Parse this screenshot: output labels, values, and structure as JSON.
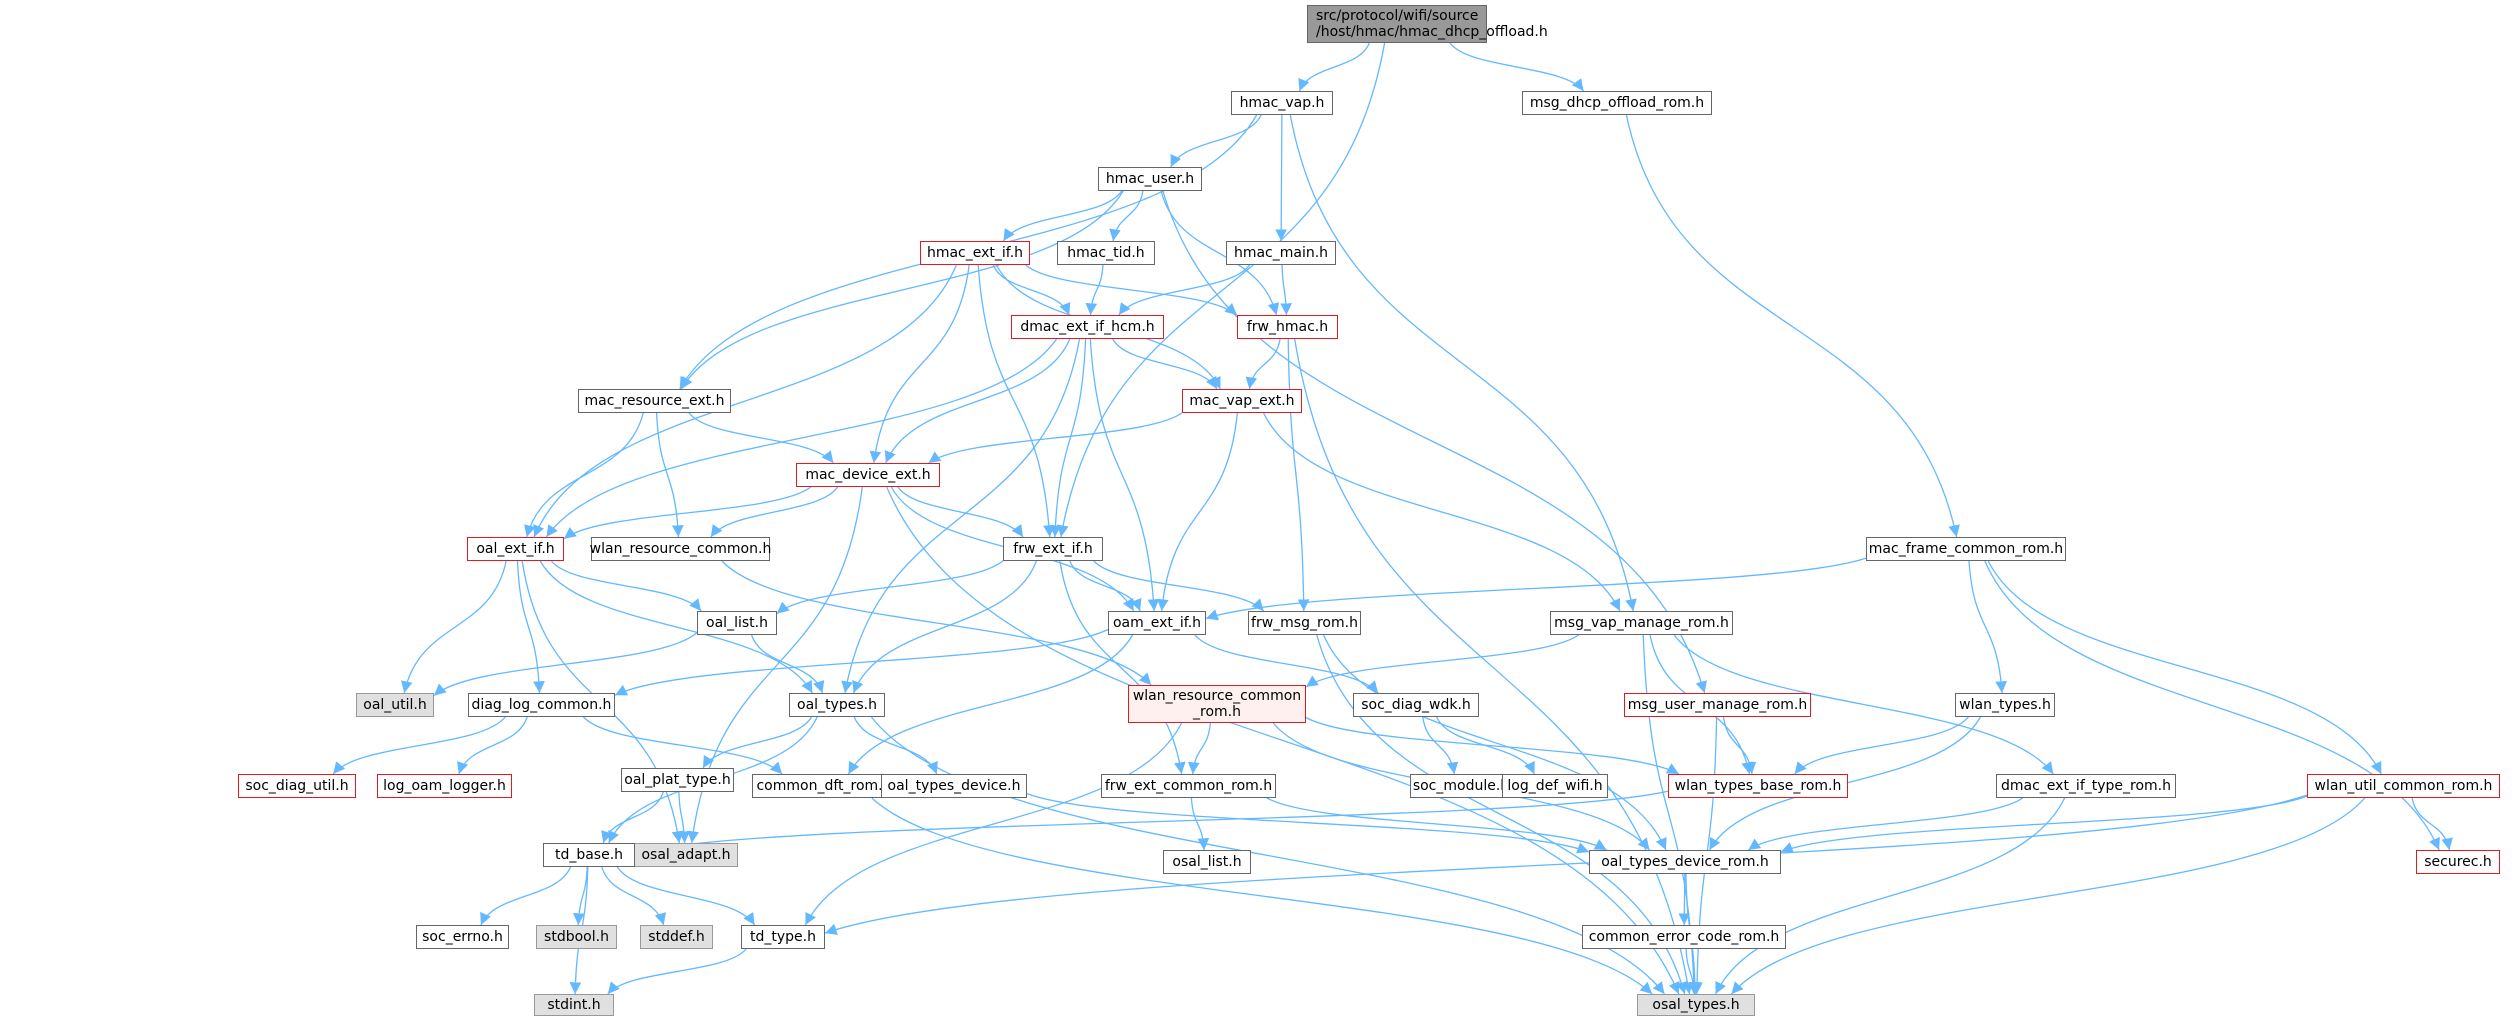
{
  "diagram": {
    "edge_color": "#63b8ff",
    "truncated_border_color": "#e31a1c",
    "root_fill": "#999999",
    "system_fill": "#e0e0e0",
    "nodes": [
      {
        "id": "root",
        "lines": [
          "src/protocol/wifi/source",
          "/host/hmac/hmac_dhcp_offload.h"
        ],
        "kind": "root"
      },
      {
        "id": "hmac_vap",
        "lines": [
          "hmac_vap.h"
        ],
        "kind": "normal"
      },
      {
        "id": "msg_dhcp_offload_rom",
        "lines": [
          "msg_dhcp_offload_rom.h"
        ],
        "kind": "normal"
      },
      {
        "id": "hmac_user",
        "lines": [
          "hmac_user.h"
        ],
        "kind": "normal"
      },
      {
        "id": "hmac_ext_if",
        "lines": [
          "hmac_ext_if.h"
        ],
        "kind": "truncated"
      },
      {
        "id": "hmac_tid",
        "lines": [
          "hmac_tid.h"
        ],
        "kind": "normal"
      },
      {
        "id": "hmac_main",
        "lines": [
          "hmac_main.h"
        ],
        "kind": "normal"
      },
      {
        "id": "dmac_ext_if_hcm",
        "lines": [
          "dmac_ext_if_hcm.h"
        ],
        "kind": "truncated"
      },
      {
        "id": "frw_hmac",
        "lines": [
          "frw_hmac.h"
        ],
        "kind": "truncated"
      },
      {
        "id": "mac_resource_ext",
        "lines": [
          "mac_resource_ext.h"
        ],
        "kind": "normal"
      },
      {
        "id": "mac_vap_ext",
        "lines": [
          "mac_vap_ext.h"
        ],
        "kind": "truncated"
      },
      {
        "id": "mac_device_ext",
        "lines": [
          "mac_device_ext.h"
        ],
        "kind": "truncated"
      },
      {
        "id": "oal_ext_if",
        "lines": [
          "oal_ext_if.h"
        ],
        "kind": "truncated"
      },
      {
        "id": "wlan_resource_common",
        "lines": [
          "wlan_resource_common.h"
        ],
        "kind": "normal"
      },
      {
        "id": "frw_ext_if",
        "lines": [
          "frw_ext_if.h"
        ],
        "kind": "normal"
      },
      {
        "id": "mac_frame_common_rom",
        "lines": [
          "mac_frame_common_rom.h"
        ],
        "kind": "normal"
      },
      {
        "id": "oal_list",
        "lines": [
          "oal_list.h"
        ],
        "kind": "normal"
      },
      {
        "id": "oam_ext_if",
        "lines": [
          "oam_ext_if.h"
        ],
        "kind": "normal"
      },
      {
        "id": "frw_msg_rom",
        "lines": [
          "frw_msg_rom.h"
        ],
        "kind": "normal"
      },
      {
        "id": "msg_vap_manage_rom",
        "lines": [
          "msg_vap_manage_rom.h"
        ],
        "kind": "normal"
      },
      {
        "id": "oal_util",
        "lines": [
          "oal_util.h"
        ],
        "kind": "system"
      },
      {
        "id": "diag_log_common",
        "lines": [
          "diag_log_common.h"
        ],
        "kind": "normal"
      },
      {
        "id": "oal_types",
        "lines": [
          "oal_types.h"
        ],
        "kind": "normal"
      },
      {
        "id": "wlan_resource_common_rom",
        "lines": [
          "wlan_resource_common",
          "_rom.h"
        ],
        "kind": "pink"
      },
      {
        "id": "soc_diag_wdk",
        "lines": [
          "soc_diag_wdk.h"
        ],
        "kind": "normal"
      },
      {
        "id": "msg_user_manage_rom",
        "lines": [
          "msg_user_manage_rom.h"
        ],
        "kind": "truncated"
      },
      {
        "id": "wlan_types",
        "lines": [
          "wlan_types.h"
        ],
        "kind": "normal"
      },
      {
        "id": "soc_diag_util",
        "lines": [
          "soc_diag_util.h"
        ],
        "kind": "truncated"
      },
      {
        "id": "log_oam_logger",
        "lines": [
          "log_oam_logger.h"
        ],
        "kind": "truncated"
      },
      {
        "id": "oal_plat_type",
        "lines": [
          "oal_plat_type.h"
        ],
        "kind": "normal"
      },
      {
        "id": "common_dft_rom",
        "lines": [
          "common_dft_rom.h"
        ],
        "kind": "normal"
      },
      {
        "id": "oal_types_device",
        "lines": [
          "oal_types_device.h"
        ],
        "kind": "normal"
      },
      {
        "id": "frw_ext_common_rom",
        "lines": [
          "frw_ext_common_rom.h"
        ],
        "kind": "normal"
      },
      {
        "id": "soc_module",
        "lines": [
          "soc_module.h"
        ],
        "kind": "normal"
      },
      {
        "id": "log_def_wifi",
        "lines": [
          "log_def_wifi.h"
        ],
        "kind": "normal"
      },
      {
        "id": "wlan_types_base_rom",
        "lines": [
          "wlan_types_base_rom.h"
        ],
        "kind": "truncated"
      },
      {
        "id": "dmac_ext_if_type_rom",
        "lines": [
          "dmac_ext_if_type_rom.h"
        ],
        "kind": "normal"
      },
      {
        "id": "wlan_util_common_rom",
        "lines": [
          "wlan_util_common_rom.h"
        ],
        "kind": "truncated"
      },
      {
        "id": "osal_adapt",
        "lines": [
          "osal_adapt.h"
        ],
        "kind": "system"
      },
      {
        "id": "td_base",
        "lines": [
          "td_base.h"
        ],
        "kind": "normal"
      },
      {
        "id": "osal_list",
        "lines": [
          "osal_list.h"
        ],
        "kind": "normal"
      },
      {
        "id": "oal_types_device_rom",
        "lines": [
          "oal_types_device_rom.h"
        ],
        "kind": "normal"
      },
      {
        "id": "securec",
        "lines": [
          "securec.h"
        ],
        "kind": "truncated"
      },
      {
        "id": "soc_errno",
        "lines": [
          "soc_errno.h"
        ],
        "kind": "normal"
      },
      {
        "id": "stdbool",
        "lines": [
          "stdbool.h"
        ],
        "kind": "system"
      },
      {
        "id": "stddef",
        "lines": [
          "stddef.h"
        ],
        "kind": "system"
      },
      {
        "id": "td_type",
        "lines": [
          "td_type.h"
        ],
        "kind": "normal"
      },
      {
        "id": "common_error_code_rom",
        "lines": [
          "common_error_code_rom.h"
        ],
        "kind": "normal"
      },
      {
        "id": "stdint",
        "lines": [
          "stdint.h"
        ],
        "kind": "system"
      },
      {
        "id": "osal_types",
        "lines": [
          "osal_types.h"
        ],
        "kind": "system"
      }
    ],
    "edges": [
      [
        "root",
        "hmac_vap"
      ],
      [
        "root",
        "msg_dhcp_offload_rom"
      ],
      [
        "root",
        "frw_ext_if"
      ],
      [
        "hmac_vap",
        "hmac_user"
      ],
      [
        "hmac_vap",
        "hmac_main"
      ],
      [
        "hmac_vap",
        "mac_resource_ext"
      ],
      [
        "hmac_vap",
        "msg_vap_manage_rom"
      ],
      [
        "hmac_user",
        "hmac_ext_if"
      ],
      [
        "hmac_user",
        "hmac_tid"
      ],
      [
        "hmac_user",
        "frw_hmac"
      ],
      [
        "hmac_user",
        "mac_resource_ext"
      ],
      [
        "hmac_user",
        "msg_user_manage_rom"
      ],
      [
        "hmac_ext_if",
        "dmac_ext_if_hcm"
      ],
      [
        "hmac_ext_if",
        "frw_hmac"
      ],
      [
        "hmac_ext_if",
        "mac_vap_ext"
      ],
      [
        "hmac_ext_if",
        "mac_device_ext"
      ],
      [
        "hmac_ext_if",
        "oal_ext_if"
      ],
      [
        "hmac_ext_if",
        "frw_ext_if"
      ],
      [
        "hmac_tid",
        "dmac_ext_if_hcm"
      ],
      [
        "hmac_main",
        "dmac_ext_if_hcm"
      ],
      [
        "hmac_main",
        "frw_hmac"
      ],
      [
        "dmac_ext_if_hcm",
        "mac_vap_ext"
      ],
      [
        "dmac_ext_if_hcm",
        "mac_device_ext"
      ],
      [
        "dmac_ext_if_hcm",
        "oal_ext_if"
      ],
      [
        "dmac_ext_if_hcm",
        "frw_ext_if"
      ],
      [
        "dmac_ext_if_hcm",
        "oam_ext_if"
      ],
      [
        "dmac_ext_if_hcm",
        "oal_types"
      ],
      [
        "frw_hmac",
        "mac_vap_ext"
      ],
      [
        "frw_hmac",
        "frw_msg_rom"
      ],
      [
        "frw_hmac",
        "osal_types"
      ],
      [
        "mac_resource_ext",
        "mac_device_ext"
      ],
      [
        "mac_resource_ext",
        "oal_ext_if"
      ],
      [
        "mac_resource_ext",
        "wlan_resource_common"
      ],
      [
        "mac_vap_ext",
        "mac_device_ext"
      ],
      [
        "mac_vap_ext",
        "oam_ext_if"
      ],
      [
        "mac_vap_ext",
        "msg_vap_manage_rom"
      ],
      [
        "mac_device_ext",
        "oal_ext_if"
      ],
      [
        "mac_device_ext",
        "wlan_resource_common"
      ],
      [
        "mac_device_ext",
        "frw_ext_if"
      ],
      [
        "mac_device_ext",
        "oam_ext_if"
      ],
      [
        "mac_device_ext",
        "osal_adapt"
      ],
      [
        "mac_device_ext",
        "osal_types"
      ],
      [
        "msg_dhcp_offload_rom",
        "mac_frame_common_rom"
      ],
      [
        "oal_ext_if",
        "oal_util"
      ],
      [
        "oal_ext_if",
        "oal_list"
      ],
      [
        "oal_ext_if",
        "diag_log_common"
      ],
      [
        "oal_ext_if",
        "oal_types"
      ],
      [
        "wlan_resource_common",
        "wlan_resource_common_rom"
      ],
      [
        "frw_ext_if",
        "oal_list"
      ],
      [
        "frw_ext_if",
        "oam_ext_if"
      ],
      [
        "frw_ext_if",
        "frw_msg_rom"
      ],
      [
        "frw_ext_if",
        "oal_types"
      ],
      [
        "frw_ext_if",
        "frw_ext_common_rom"
      ],
      [
        "mac_frame_common_rom",
        "oam_ext_if"
      ],
      [
        "mac_frame_common_rom",
        "wlan_types"
      ],
      [
        "mac_frame_common_rom",
        "wlan_util_common_rom"
      ],
      [
        "mac_frame_common_rom",
        "securec"
      ],
      [
        "oal_list",
        "oal_util"
      ],
      [
        "oal_list",
        "oal_types"
      ],
      [
        "oam_ext_if",
        "diag_log_common"
      ],
      [
        "oam_ext_if",
        "soc_diag_wdk"
      ],
      [
        "oam_ext_if",
        "common_dft_rom"
      ],
      [
        "frw_msg_rom",
        "oal_types_device_rom"
      ],
      [
        "frw_msg_rom",
        "osal_types"
      ],
      [
        "msg_vap_manage_rom",
        "wlan_resource_common_rom"
      ],
      [
        "msg_vap_manage_rom",
        "wlan_types_base_rom"
      ],
      [
        "msg_vap_manage_rom",
        "dmac_ext_if_type_rom"
      ],
      [
        "msg_vap_manage_rom",
        "osal_types"
      ],
      [
        "diag_log_common",
        "soc_diag_util"
      ],
      [
        "diag_log_common",
        "log_oam_logger"
      ],
      [
        "diag_log_common",
        "common_dft_rom"
      ],
      [
        "oal_types",
        "oal_plat_type"
      ],
      [
        "oal_types",
        "td_base"
      ],
      [
        "oal_types",
        "oal_types_device"
      ],
      [
        "oal_types",
        "osal_types"
      ],
      [
        "wlan_resource_common_rom",
        "frw_ext_common_rom"
      ],
      [
        "wlan_resource_common_rom",
        "wlan_types_base_rom"
      ],
      [
        "wlan_resource_common_rom",
        "oal_types_device_rom"
      ],
      [
        "wlan_resource_common_rom",
        "td_type"
      ],
      [
        "soc_diag_wdk",
        "soc_module"
      ],
      [
        "soc_diag_wdk",
        "log_def_wifi"
      ],
      [
        "msg_user_manage_rom",
        "wlan_types_base_rom"
      ],
      [
        "msg_user_manage_rom",
        "osal_types"
      ],
      [
        "wlan_types",
        "wlan_types_base_rom"
      ],
      [
        "wlan_types",
        "oal_types_device_rom"
      ],
      [
        "oal_plat_type",
        "osal_adapt"
      ],
      [
        "oal_plat_type",
        "td_base"
      ],
      [
        "common_dft_rom",
        "osal_types"
      ],
      [
        "oal_types_device",
        "oal_types_device_rom"
      ],
      [
        "frw_ext_common_rom",
        "osal_list"
      ],
      [
        "frw_ext_common_rom",
        "oal_types_device_rom"
      ],
      [
        "wlan_types_base_rom",
        "td_base"
      ],
      [
        "dmac_ext_if_type_rom",
        "oal_types_device_rom"
      ],
      [
        "dmac_ext_if_type_rom",
        "osal_types"
      ],
      [
        "wlan_util_common_rom",
        "oal_types_device_rom"
      ],
      [
        "wlan_util_common_rom",
        "securec"
      ],
      [
        "wlan_util_common_rom",
        "td_type"
      ],
      [
        "wlan_util_common_rom",
        "osal_types"
      ],
      [
        "td_base",
        "soc_errno"
      ],
      [
        "td_base",
        "stdbool"
      ],
      [
        "td_base",
        "stddef"
      ],
      [
        "td_base",
        "td_type"
      ],
      [
        "td_base",
        "stdint"
      ],
      [
        "oal_types_device_rom",
        "common_error_code_rom"
      ],
      [
        "oal_types_device_rom",
        "osal_types"
      ],
      [
        "td_type",
        "stdint"
      ],
      [
        "common_error_code_rom",
        "osal_types"
      ],
      [
        "oal_ext_if",
        "osal_adapt"
      ]
    ]
  }
}
